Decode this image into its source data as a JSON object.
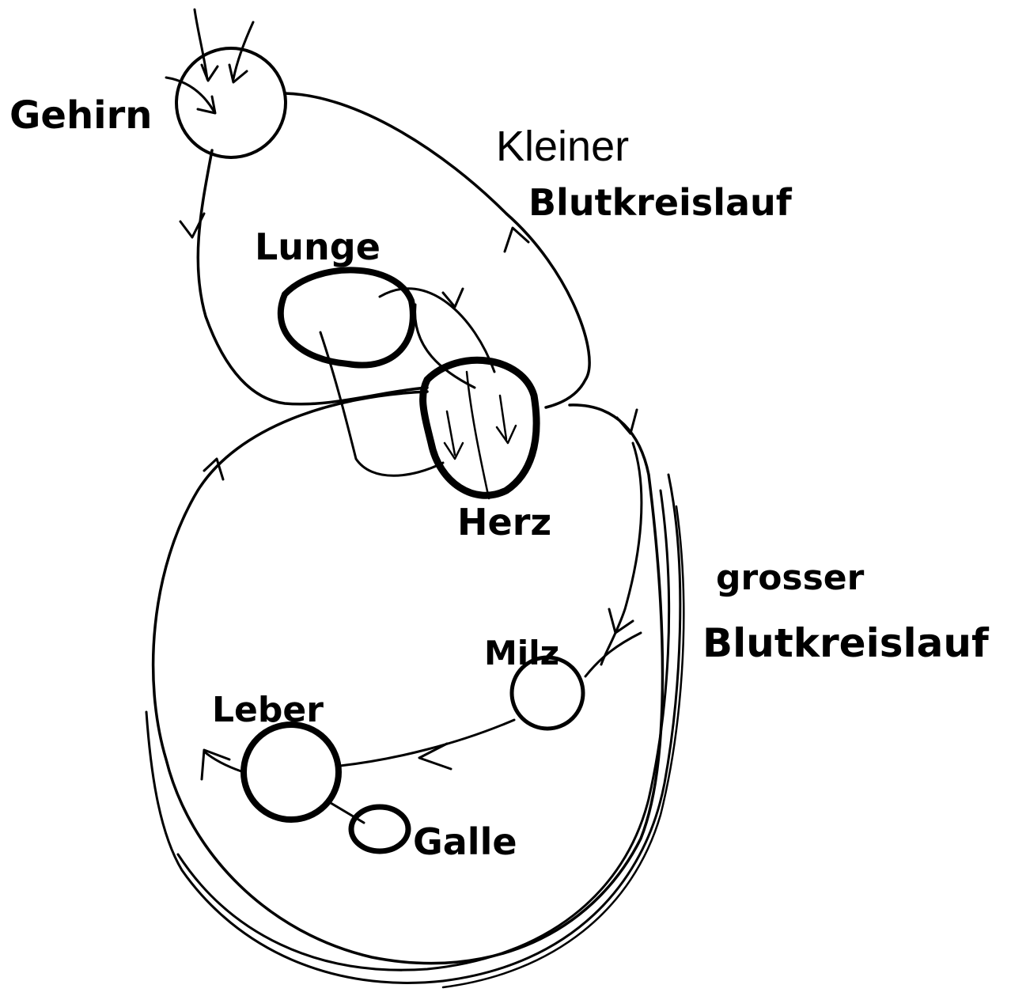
{
  "labels": {
    "brain": "Gehirn",
    "small_circulation_line1": "Kleiner",
    "small_circulation_line2": "Blutkreislauf",
    "lung": "Lunge",
    "heart": "Herz",
    "large_circulation_line1": "grosser",
    "large_circulation_line2": "Blutkreislauf",
    "spleen": "Milz",
    "liver": "Leber",
    "gallbladder": "Galle"
  },
  "colors": {
    "ink": "#000000",
    "background": "#ffffff"
  }
}
